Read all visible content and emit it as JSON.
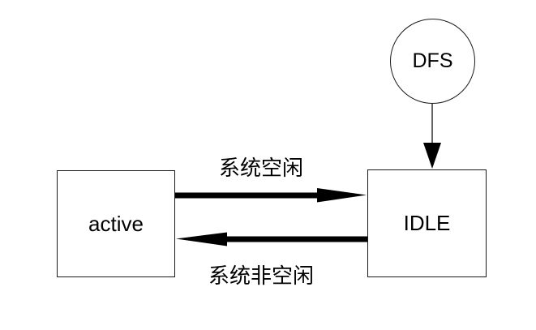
{
  "diagram": {
    "nodes": [
      {
        "id": "dfs",
        "label": "DFS",
        "shape": "circle"
      },
      {
        "id": "active",
        "label": "active",
        "shape": "rect"
      },
      {
        "id": "idle",
        "label": "IDLE",
        "shape": "rect"
      }
    ],
    "edges": [
      {
        "from": "active",
        "to": "idle",
        "label": "系统空闲",
        "direction": "right",
        "style": "thick-solid-arrow"
      },
      {
        "from": "idle",
        "to": "active",
        "label": "系统非空闲",
        "direction": "left",
        "style": "thick-solid-arrow"
      },
      {
        "from": "dfs",
        "to": "idle",
        "label": "",
        "direction": "down",
        "style": "thin-line-filled-head"
      }
    ],
    "colors": {
      "background": "#ffffff",
      "node_border": "#1a1a1a",
      "arrow_fill": "#000000",
      "dfs_connector": "#666666",
      "text": "#000000"
    }
  }
}
